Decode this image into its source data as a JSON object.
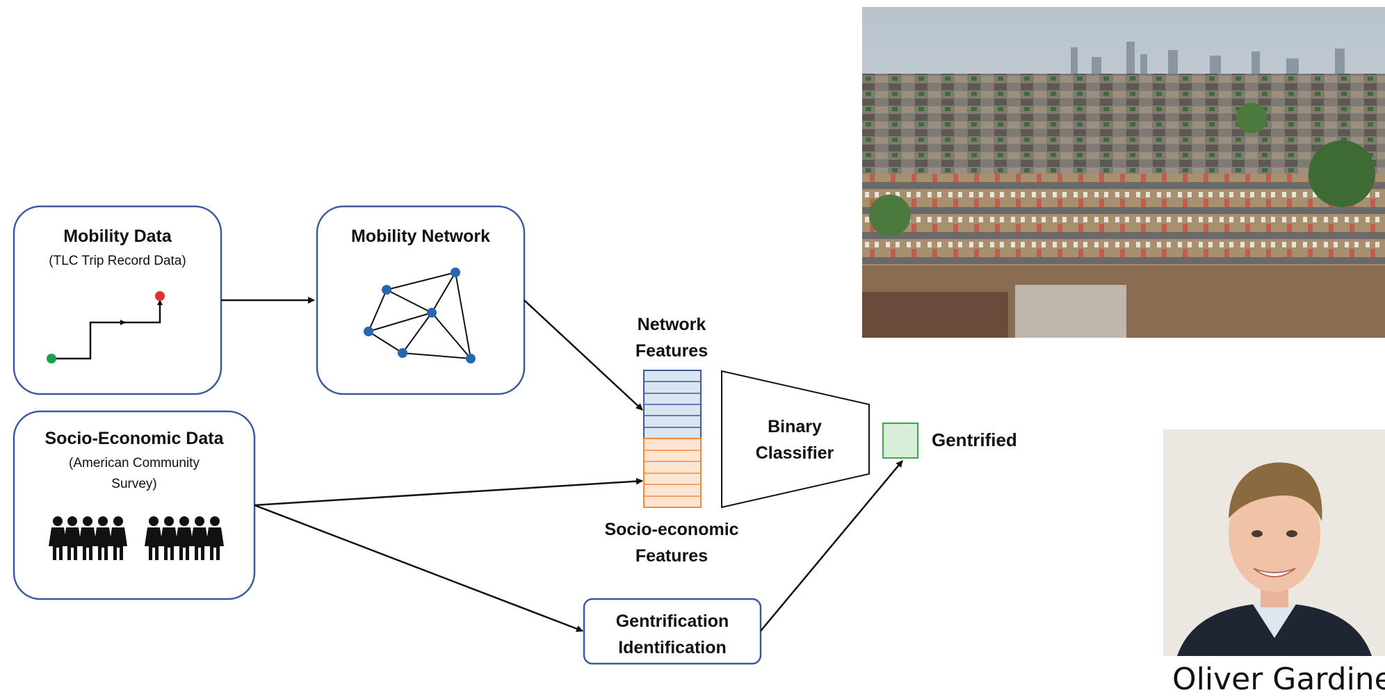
{
  "boxes": {
    "mobility_data": {
      "title": "Mobility Data",
      "subtitle": "(TLC Trip Record Data)"
    },
    "mobility_network": {
      "title": "Mobility Network"
    },
    "socio_economic_data": {
      "title": "Socio-Economic Data",
      "subtitle_line1": "(American Community",
      "subtitle_line2": "Survey)"
    },
    "gentrification": {
      "line1": "Gentrification",
      "line2": "Identification"
    }
  },
  "labels": {
    "network_features": {
      "line1": "Network",
      "line2": "Features"
    },
    "socio_features": {
      "line1": "Socio-economic",
      "line2": "Features"
    },
    "classifier": {
      "line1": "Binary",
      "line2": "Classifier"
    },
    "output": "Gentrified"
  },
  "person": {
    "name": "Oliver Gardiner"
  },
  "colors": {
    "box_border": "#3a5a9c",
    "network_feature_fill": "#dbe4f1",
    "network_feature_border": "#3a5a9c",
    "socio_feature_fill": "#fde5d3",
    "socio_feature_border": "#f08a3c",
    "output_fill": "#d7eed9",
    "output_border": "#3fa44f",
    "node_blue": "#2468b0",
    "start_green": "#1aa24a",
    "end_red": "#e2312a"
  }
}
